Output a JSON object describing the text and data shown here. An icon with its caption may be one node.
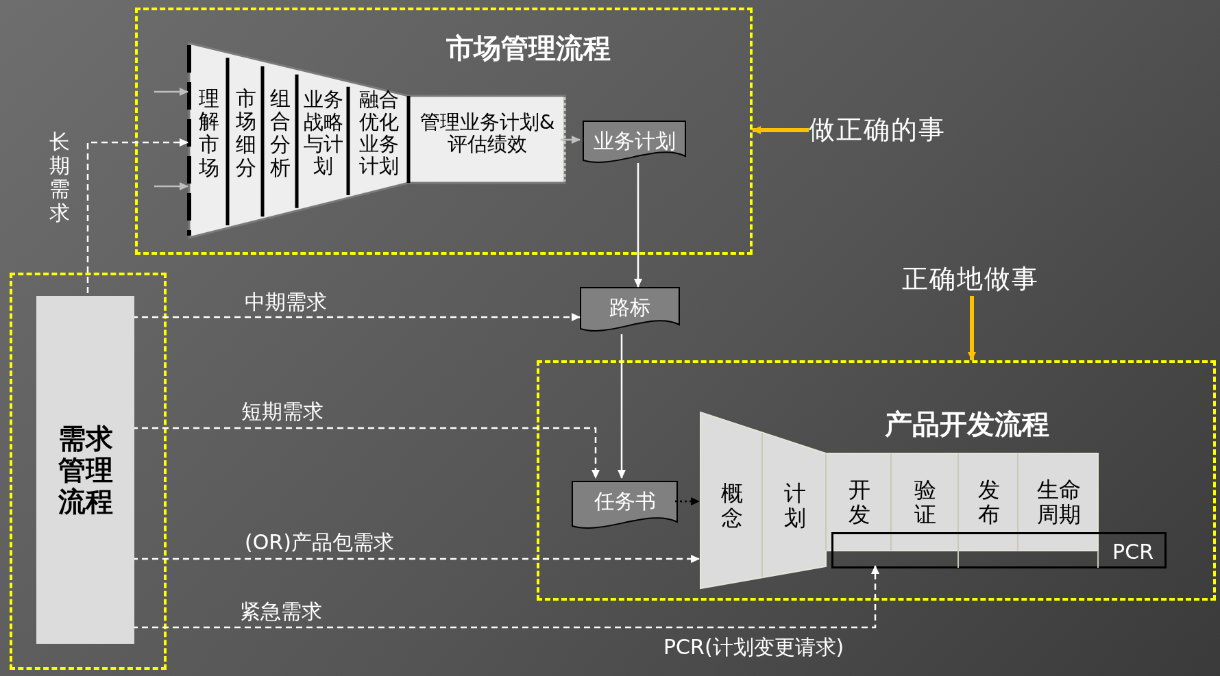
{
  "diagram": {
    "nodes": [
      {
        "text": [
          "市场管理流程"
        ]
      },
      {
        "text": [
          "理解市场"
        ],
        "in": 0
      },
      {
        "text": [
          "市场细分"
        ],
        "in": 0
      },
      {
        "text": [
          "组合分析"
        ],
        "in": 0
      },
      {
        "text": [
          "业务战略与计划"
        ],
        "in": 0
      },
      {
        "text": [
          "融合优化业务计划"
        ],
        "in": 0
      },
      {
        "text": [
          "管理业务计划&评估绩效"
        ],
        "in": 0
      },
      {
        "text": [
          "业务计划"
        ],
        "in": 0
      },
      {
        "text": [
          "做正确的事"
        ]
      },
      {
        "text": [],
        "shape": "box"
      },
      {
        "text": [
          "需求管理流程"
        ],
        "in": 9
      },
      {
        "text": [
          "路标"
        ]
      },
      {
        "text": [
          "正确地做事"
        ]
      },
      {
        "text": [
          "产品开发流程"
        ]
      },
      {
        "text": [
          "任务书"
        ],
        "in": 13
      },
      {
        "text": [
          "概念"
        ],
        "in": 13
      },
      {
        "text": [
          "计划"
        ],
        "in": 13
      },
      {
        "text": [
          "开发"
        ],
        "in": 13
      },
      {
        "text": [
          "验证"
        ],
        "in": 13
      },
      {
        "text": [
          "发布"
        ],
        "in": 13
      },
      {
        "text": [
          "生命周期"
        ],
        "in": 13
      },
      {
        "text": [
          "PCR"
        ],
        "in": 13
      }
    ],
    "edges": [
      {
        "from": 10,
        "to": 1,
        "arrow": "to",
        "label": "长期需求",
        "style": "dashed"
      },
      {
        "from": null,
        "to": 1,
        "arrow": "to",
        "color": "#bfbfbf"
      },
      {
        "from": null,
        "to": 1,
        "arrow": "to",
        "color": "#bfbfbf"
      },
      {
        "from": 6,
        "to": 7,
        "arrow": "to",
        "color": "#bfbfbf"
      },
      {
        "from": 8,
        "to": 0,
        "arrow": "to",
        "style": "thick",
        "color": "#ffc000"
      },
      {
        "from": 7,
        "to": 11,
        "arrow": "to"
      },
      {
        "from": 10,
        "to": 11,
        "arrow": "to",
        "label": "中期需求",
        "style": "dashed"
      },
      {
        "from": 11,
        "to": 14,
        "arrow": "to"
      },
      {
        "from": 10,
        "to": 14,
        "arrow": "to",
        "label": "短期需求",
        "style": "dashed"
      },
      {
        "from": 14,
        "to": 15,
        "arrow": "to",
        "style": "dashed",
        "color": "#000000"
      },
      {
        "from": 10,
        "to": 15,
        "arrow": "to",
        "label": "(OR)产品包需求",
        "style": "dashed"
      },
      {
        "from": 10,
        "to": 21,
        "arrow": "to",
        "label": "紧急需求",
        "style": "dashed"
      },
      {
        "from": 12,
        "to": 13,
        "arrow": "to",
        "style": "thick",
        "color": "#ffc000"
      }
    ],
    "labels": [
      "PCR(计划变更请求)"
    ]
  }
}
